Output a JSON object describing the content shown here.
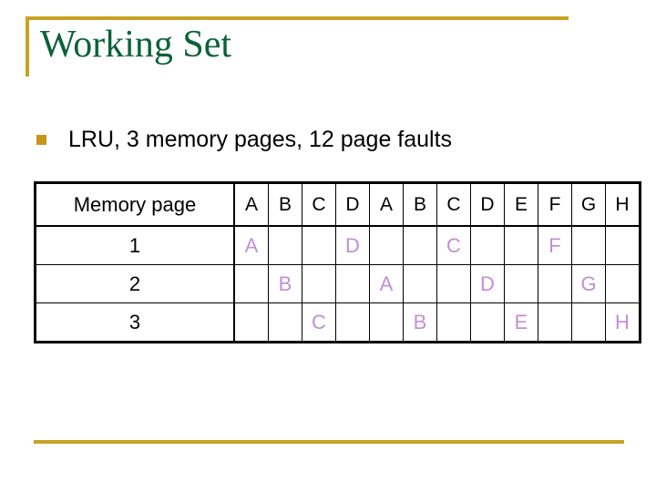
{
  "slide": {
    "title": "Working Set",
    "bullet": {
      "marker": "square-bullet",
      "text": "LRU, 3 memory pages, 12 page faults"
    },
    "colors": {
      "title": "#0a6238",
      "accent_rule": "#c8a221",
      "bullet_marker": "#c8941b",
      "page_letter": "#c38ed6",
      "body_text": "#000000",
      "background": "#ffffff"
    }
  },
  "table": {
    "header_label": "Memory page",
    "reference_string": [
      "A",
      "B",
      "C",
      "D",
      "A",
      "B",
      "C",
      "D",
      "E",
      "F",
      "G",
      "H"
    ],
    "rows": [
      {
        "label": "1",
        "cells": [
          "A",
          "",
          "",
          "D",
          "",
          "",
          "C",
          "",
          "",
          "F",
          "",
          ""
        ]
      },
      {
        "label": "2",
        "cells": [
          "",
          "B",
          "",
          "",
          "A",
          "",
          "",
          "D",
          "",
          "",
          "G",
          ""
        ]
      },
      {
        "label": "3",
        "cells": [
          "",
          "",
          "C",
          "",
          "",
          "B",
          "",
          "",
          "E",
          "",
          "",
          "H"
        ]
      }
    ]
  }
}
